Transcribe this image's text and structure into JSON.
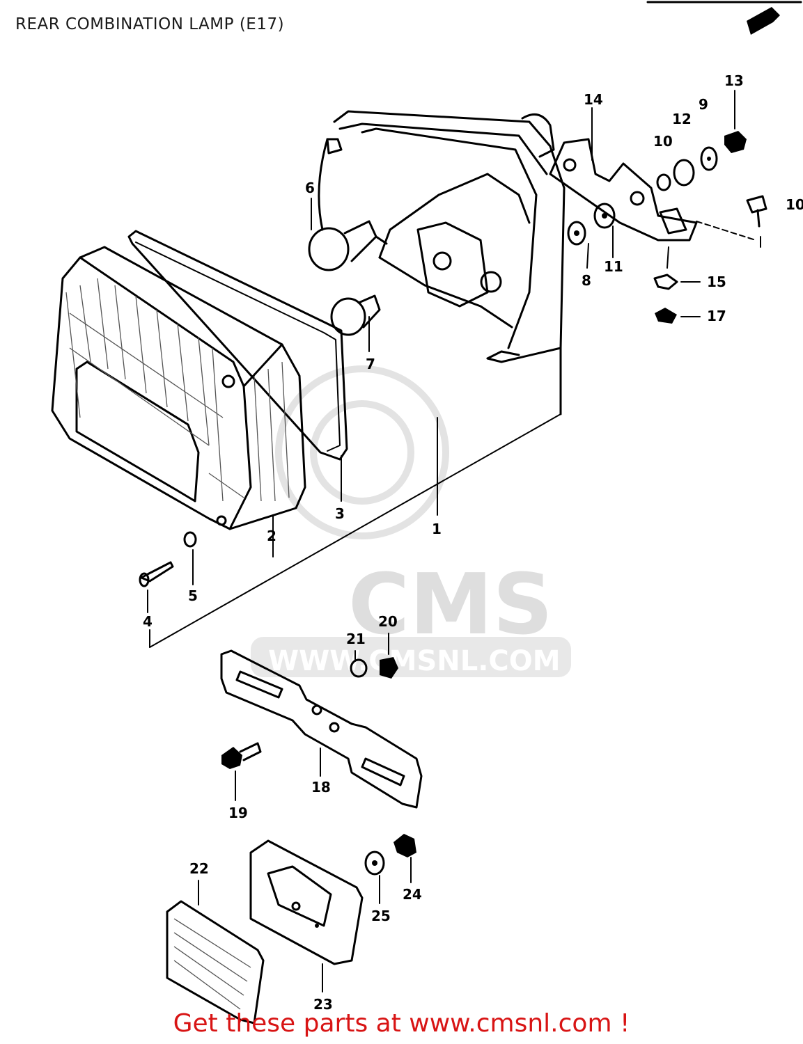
{
  "title": "REAR COMBINATION LAMP (E17)",
  "watermark": {
    "brand": "CMS",
    "url": "WWW.CMSNL.COM"
  },
  "footer": "Get these parts at www.cmsnl.com !",
  "callouts": [
    "1",
    "2",
    "3",
    "4",
    "5",
    "6",
    "7",
    "8",
    "9",
    "10",
    "10",
    "11",
    "12",
    "13",
    "14",
    "15",
    "17",
    "18",
    "19",
    "20",
    "21",
    "22",
    "23",
    "24",
    "25"
  ],
  "colors": {
    "footer": "#d81414",
    "ink": "#000000",
    "watermark": "#dedede"
  }
}
